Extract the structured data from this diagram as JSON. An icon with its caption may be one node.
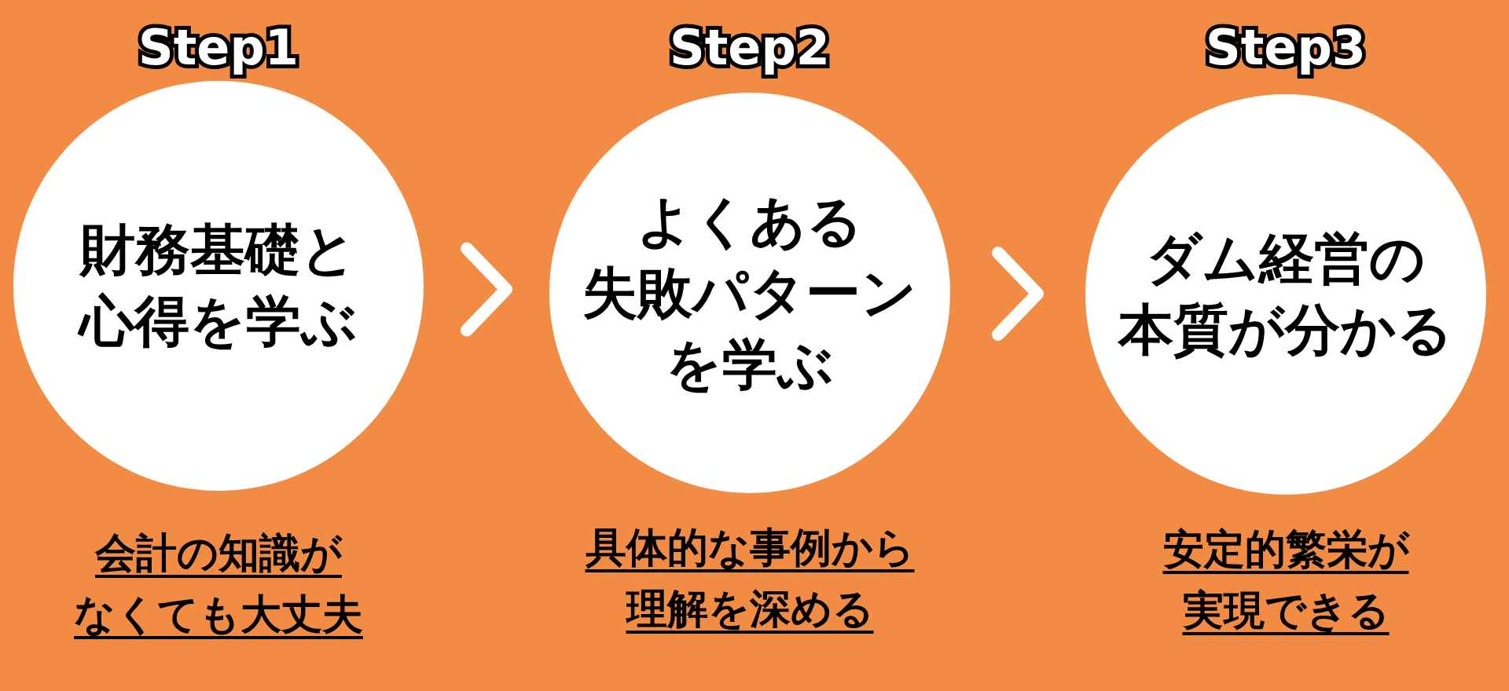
{
  "diagram": {
    "nodes": [
      {
        "text": [
          "Step1",
          "財務基礎と心得を学ぶ"
        ],
        "beside": [
          "会計の知識がなくても大丈夫"
        ]
      },
      {
        "text": [
          "Step2",
          "よくある失敗パターンを学ぶ"
        ],
        "beside": [
          "具体的な事例から理解を深める"
        ]
      },
      {
        "text": [
          "Step3",
          "ダム経営の本質が分かる"
        ],
        "beside": [
          "安定的繁栄が実現できる"
        ]
      }
    ],
    "edges": [
      {
        "from": 0,
        "to": 1,
        "arrow": "to"
      },
      {
        "from": 1,
        "to": 2,
        "arrow": "to"
      }
    ]
  }
}
